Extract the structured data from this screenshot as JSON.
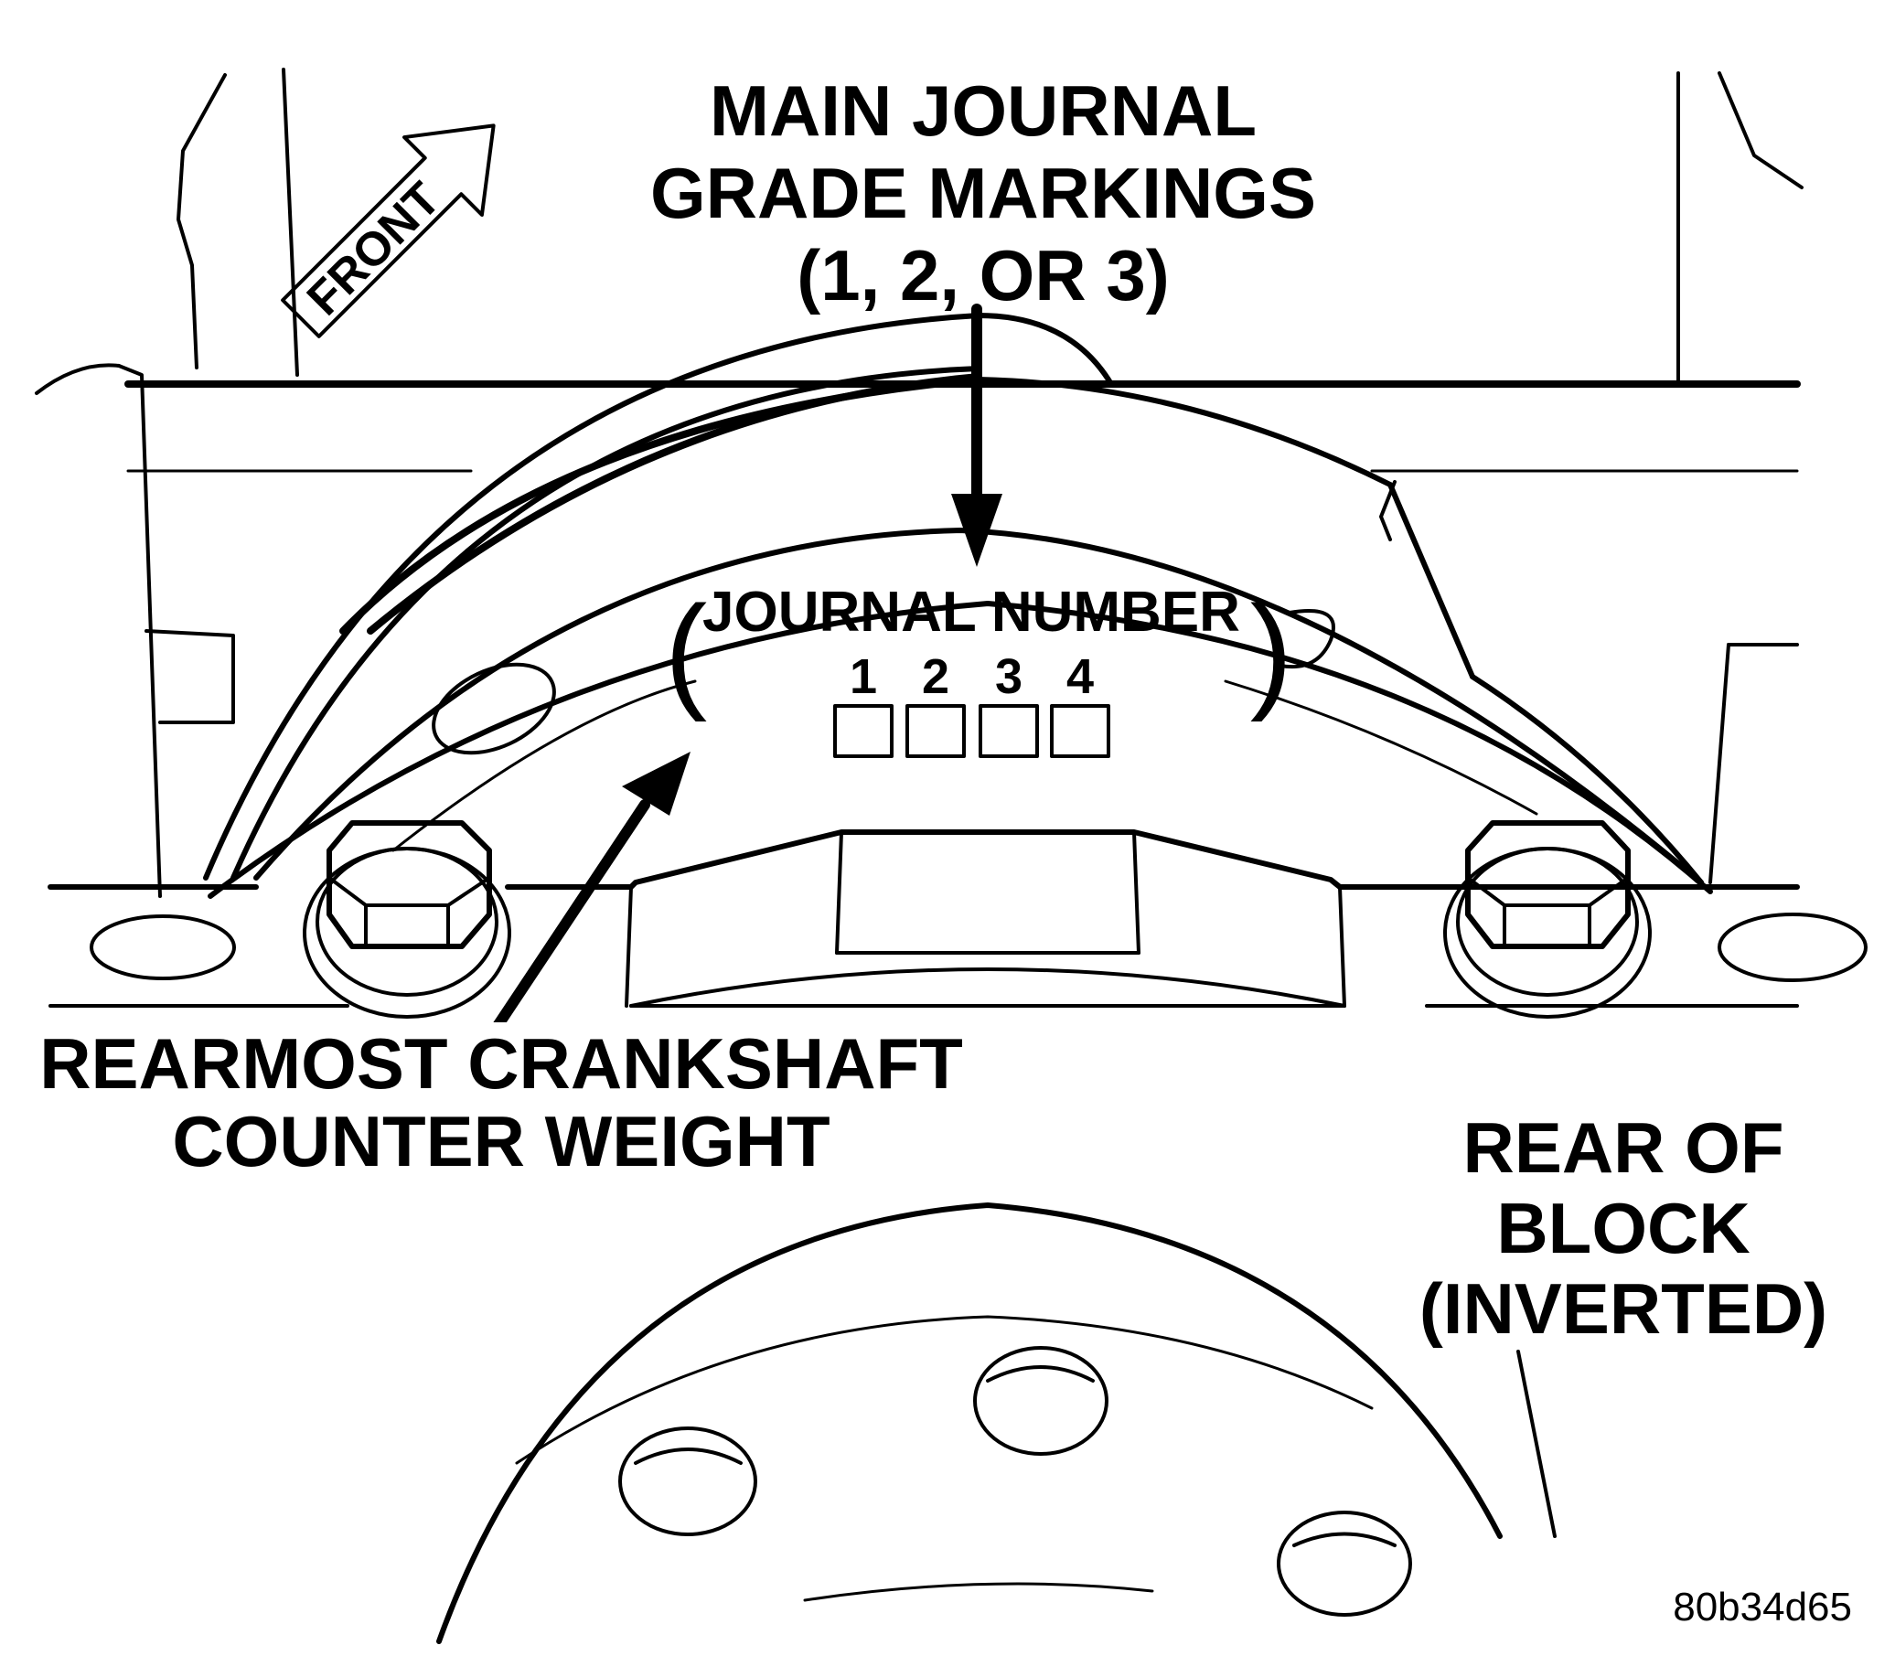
{
  "labels": {
    "main_journal_line1": "MAIN JOURNAL",
    "main_journal_line2": "GRADE MARKINGS",
    "main_journal_line3": "(1, 2, OR 3)",
    "front": "FRONT",
    "journal_number": "JOURNAL NUMBER",
    "journal_digits": [
      "1",
      "2",
      "3",
      "4"
    ],
    "rearmost_line1": "REARMOST CRANKSHAFT",
    "rearmost_line2": "COUNTER WEIGHT",
    "rear_line1": "REAR OF",
    "rear_line2": "BLOCK",
    "rear_line3": "(INVERTED)",
    "figure_code": "80b34d65"
  },
  "colors": {
    "ink": "#000000",
    "paper": "#ffffff"
  }
}
